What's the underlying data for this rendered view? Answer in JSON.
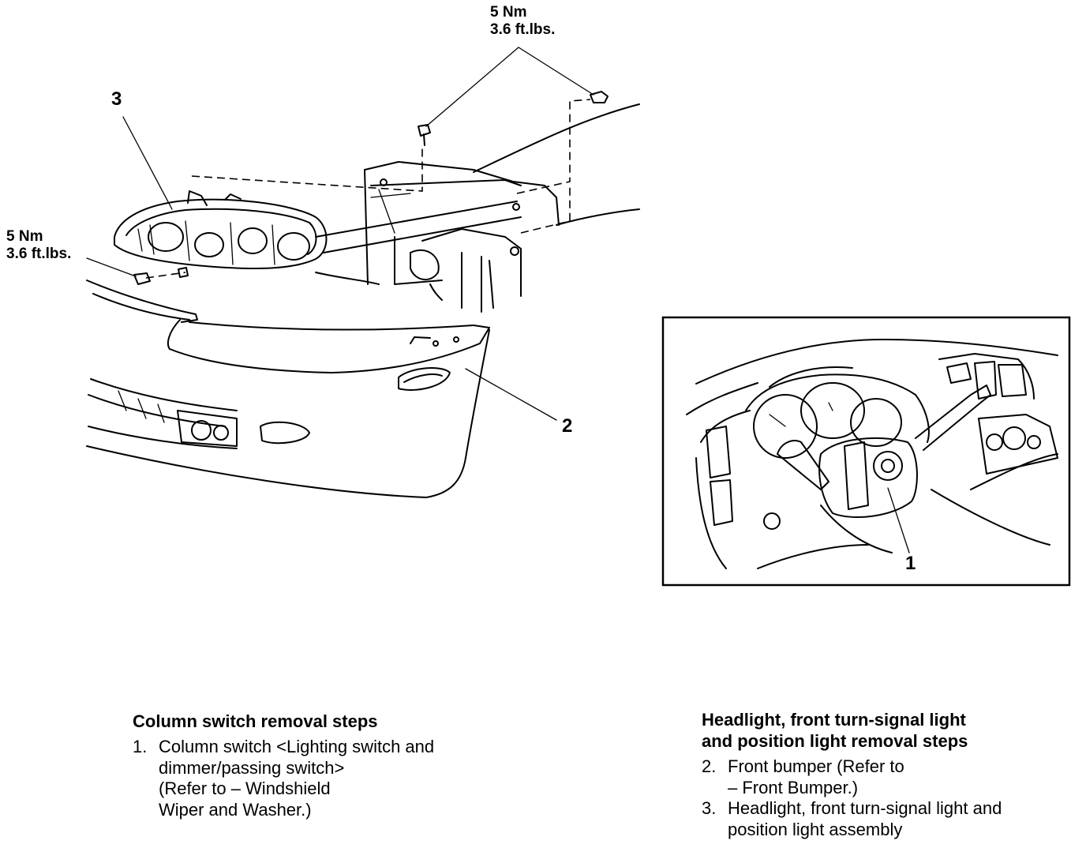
{
  "torque_labels": {
    "top": {
      "value": "5 Nm",
      "imperial": "3.6 ft.lbs."
    },
    "left": {
      "value": "5 Nm",
      "imperial": "3.6 ft.lbs."
    }
  },
  "callouts": {
    "c1": "1",
    "c2": "2",
    "c3": "3"
  },
  "column_switch_steps": {
    "title": "Column switch removal steps",
    "items": [
      {
        "number": "1.",
        "lines": [
          "Column switch <Lighting switch and",
          "dimmer/passing switch>",
          "(Refer to – Windshield",
          "Wiper and Washer.)"
        ]
      }
    ]
  },
  "headlight_steps": {
    "title_lines": [
      "Headlight, front turn-signal light",
      "and position light removal steps"
    ],
    "items": [
      {
        "number": "2.",
        "lines": [
          "Front bumper (Refer to",
          "– Front Bumper.)"
        ]
      },
      {
        "number": "3.",
        "lines": [
          "Headlight, front turn-signal light and",
          "position light assembly"
        ]
      }
    ]
  }
}
